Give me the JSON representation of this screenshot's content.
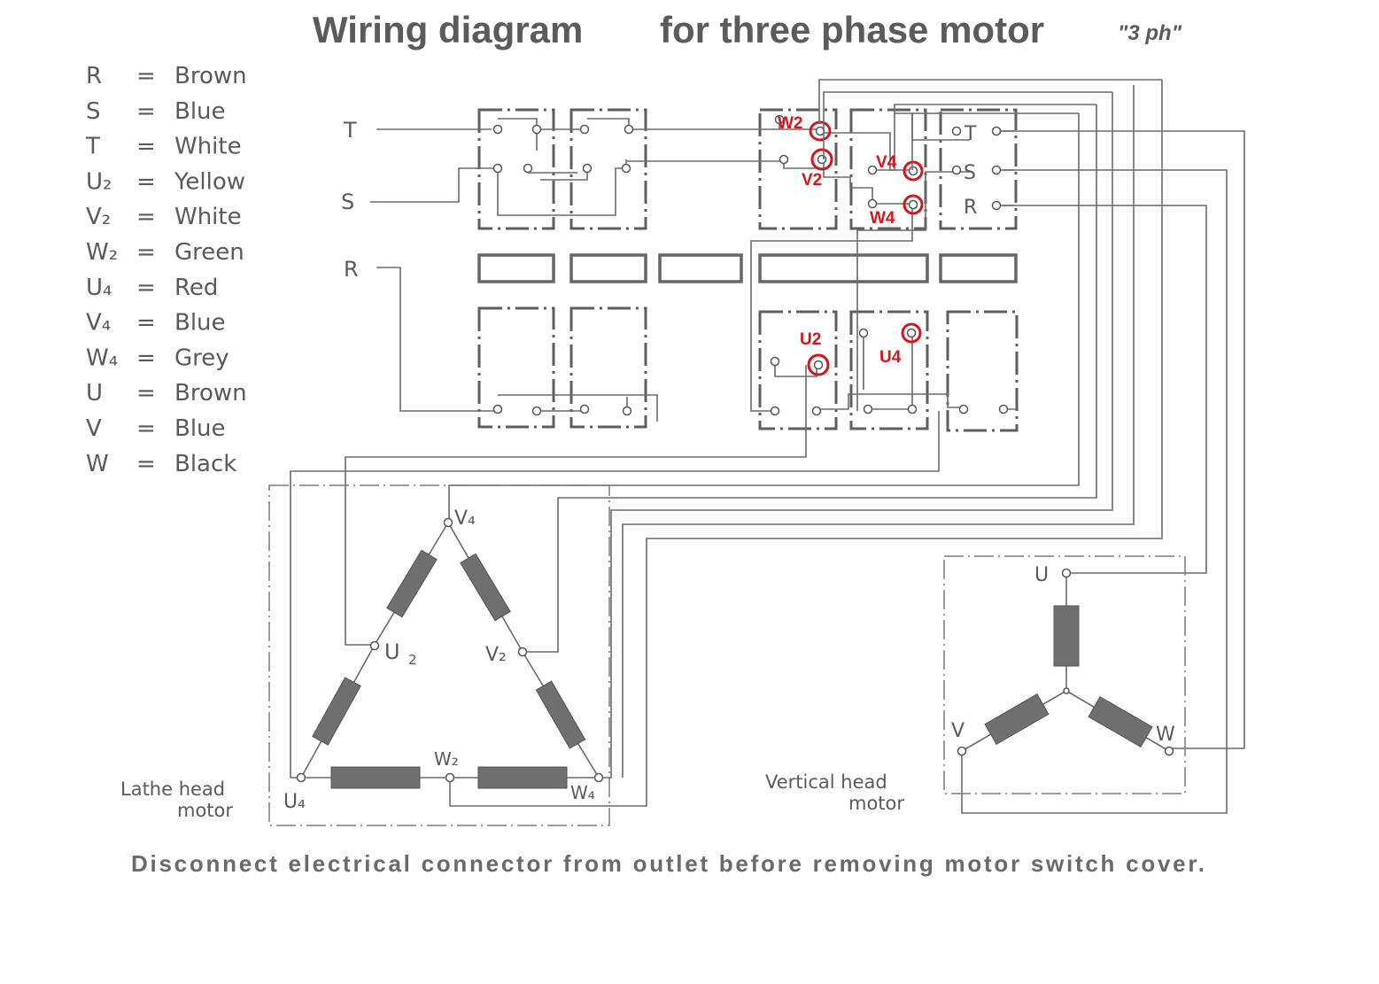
{
  "title": {
    "main": "Wiring diagram",
    "sub": "for three phase motor",
    "tag": "\"3 ph\""
  },
  "legend": [
    {
      "code": "R",
      "eq": "=",
      "color": "Brown"
    },
    {
      "code": "S",
      "eq": "=",
      "color": "Blue"
    },
    {
      "code": "T",
      "eq": "=",
      "color": "White"
    },
    {
      "code": "U₂",
      "eq": "=",
      "color": "Yellow"
    },
    {
      "code": "V₂",
      "eq": "=",
      "color": "White"
    },
    {
      "code": "W₂",
      "eq": "=",
      "color": "Green"
    },
    {
      "code": "U₄",
      "eq": "=",
      "color": "Red"
    },
    {
      "code": "V₄",
      "eq": "=",
      "color": "Blue"
    },
    {
      "code": "W₄",
      "eq": "=",
      "color": "Grey"
    },
    {
      "code": "U",
      "eq": "=",
      "color": "Brown"
    },
    {
      "code": "V",
      "eq": "=",
      "color": "Blue"
    },
    {
      "code": "W",
      "eq": "=",
      "color": "Black"
    }
  ],
  "supply": {
    "t": "T",
    "s": "S",
    "r": "R"
  },
  "switch_labels": {
    "t": "T",
    "s": "S",
    "r": "R"
  },
  "annotations": {
    "w2": "W2",
    "v2": "V2",
    "v4": "V4",
    "w4": "W4",
    "u2": "U2",
    "u4": "U4"
  },
  "lathe": {
    "v4": "V₄",
    "u2": "U",
    "u2_sub": "2",
    "v2": "V₂",
    "w2": "W₂",
    "u4": "U₄",
    "w4": "W₄",
    "caption_1": "Lathe head",
    "caption_2": "motor"
  },
  "vertical": {
    "u": "U",
    "v": "V",
    "w": "W",
    "caption_1": "Vertical head",
    "caption_2": "motor"
  },
  "footer": "Disconnect electrical connector from outlet before removing motor switch cover."
}
